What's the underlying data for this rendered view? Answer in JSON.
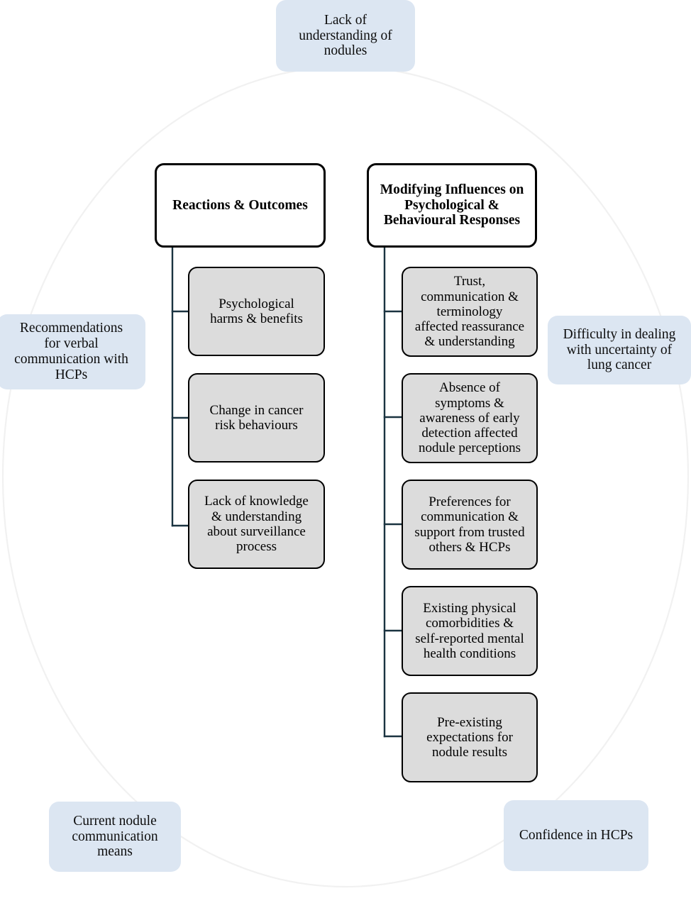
{
  "figure": {
    "type": "hierarchical-concept-diagram",
    "background_ellipse_color": "#f0f0f0",
    "blue_box_color": "#dce6f2",
    "grey_box_color": "#dcdcdc",
    "connector_color": "#1a3340",
    "border_color": "#000000"
  },
  "peripheral_nodes": [
    {
      "id": "lack-understanding-nodules",
      "label": "Lack of\nunderstanding of\nnodules",
      "position": "top-center"
    },
    {
      "id": "recommendations-verbal-communication",
      "label": "Recommendations\nfor verbal\ncommunication with\nHCPs",
      "position": "left-middle"
    },
    {
      "id": "difficulty-uncertainty-lung-cancer",
      "label": "Difficulty in dealing\nwith uncertainty of\nlung cancer",
      "position": "right-middle"
    },
    {
      "id": "current-nodule-communication-means",
      "label": "Current nodule\ncommunication\nmeans",
      "position": "bottom-left"
    },
    {
      "id": "confidence-in-hcps",
      "label": "Confidence in HCPs",
      "position": "bottom-right"
    }
  ],
  "branches": [
    {
      "id": "reactions-outcomes",
      "header": "Reactions & Outcomes",
      "children": [
        {
          "id": "psychological-harms-benefits",
          "label": "Psychological\nharms & benefits"
        },
        {
          "id": "change-cancer-risk-behaviours",
          "label": "Change in cancer\nrisk behaviours"
        },
        {
          "id": "lack-knowledge-surveillance",
          "label": "Lack of knowledge\n& understanding\nabout surveillance\nprocess"
        }
      ]
    },
    {
      "id": "modifying-influences",
      "header": "Modifying Influences on\nPsychological &\nBehavioural Responses",
      "children": [
        {
          "id": "trust-communication-terminology",
          "label": "Trust,\ncommunication &\nterminology\naffected reassurance\n& understanding"
        },
        {
          "id": "absence-symptoms-awareness",
          "label": "Absence of\nsymptoms &\nawareness of early\ndetection affected\nnodule perceptions"
        },
        {
          "id": "preferences-communication-support",
          "label": "Preferences for\ncommunication &\nsupport from trusted\nothers & HCPs"
        },
        {
          "id": "existing-physical-comorbidities",
          "label": "Existing physical\ncomorbidities &\nself-reported mental\nhealth conditions"
        },
        {
          "id": "pre-existing-expectations",
          "label": "Pre-existing\nexpectations for\nnodule results"
        }
      ]
    }
  ]
}
